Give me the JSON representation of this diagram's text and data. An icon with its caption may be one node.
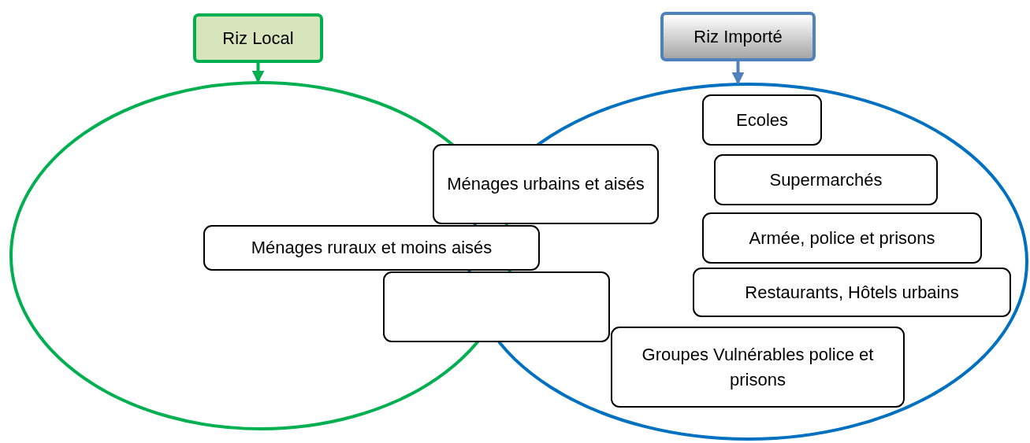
{
  "diagram": {
    "nodes": [
      {
        "text": [
          "Riz Local"
        ]
      },
      {
        "text": [
          "Riz Importé"
        ]
      },
      {
        "text": [],
        "shape": "ellipse"
      },
      {
        "text": [],
        "shape": "ellipse"
      },
      {
        "text": [
          "Ecoles"
        ],
        "in": 3
      },
      {
        "text": [
          "Ménages urbains et aisés"
        ]
      },
      {
        "text": [
          "Supermarchés"
        ],
        "in": 3
      },
      {
        "text": [
          "Ménages ruraux et moins aisés"
        ]
      },
      {
        "text": [
          "Armée, police et prisons"
        ],
        "in": 3
      },
      {
        "text": [],
        "shape": "box"
      },
      {
        "text": [
          "Restaurants, Hôtels urbains"
        ],
        "in": 3
      },
      {
        "text": [
          "Groupes Vulnérables police et prisons"
        ],
        "in": 3
      }
    ],
    "edges": [
      {
        "from": 0,
        "to": 2,
        "arrow": "to",
        "color": "#00b050"
      },
      {
        "from": 1,
        "to": 3,
        "arrow": "to",
        "color": "#4f81bd"
      }
    ]
  }
}
